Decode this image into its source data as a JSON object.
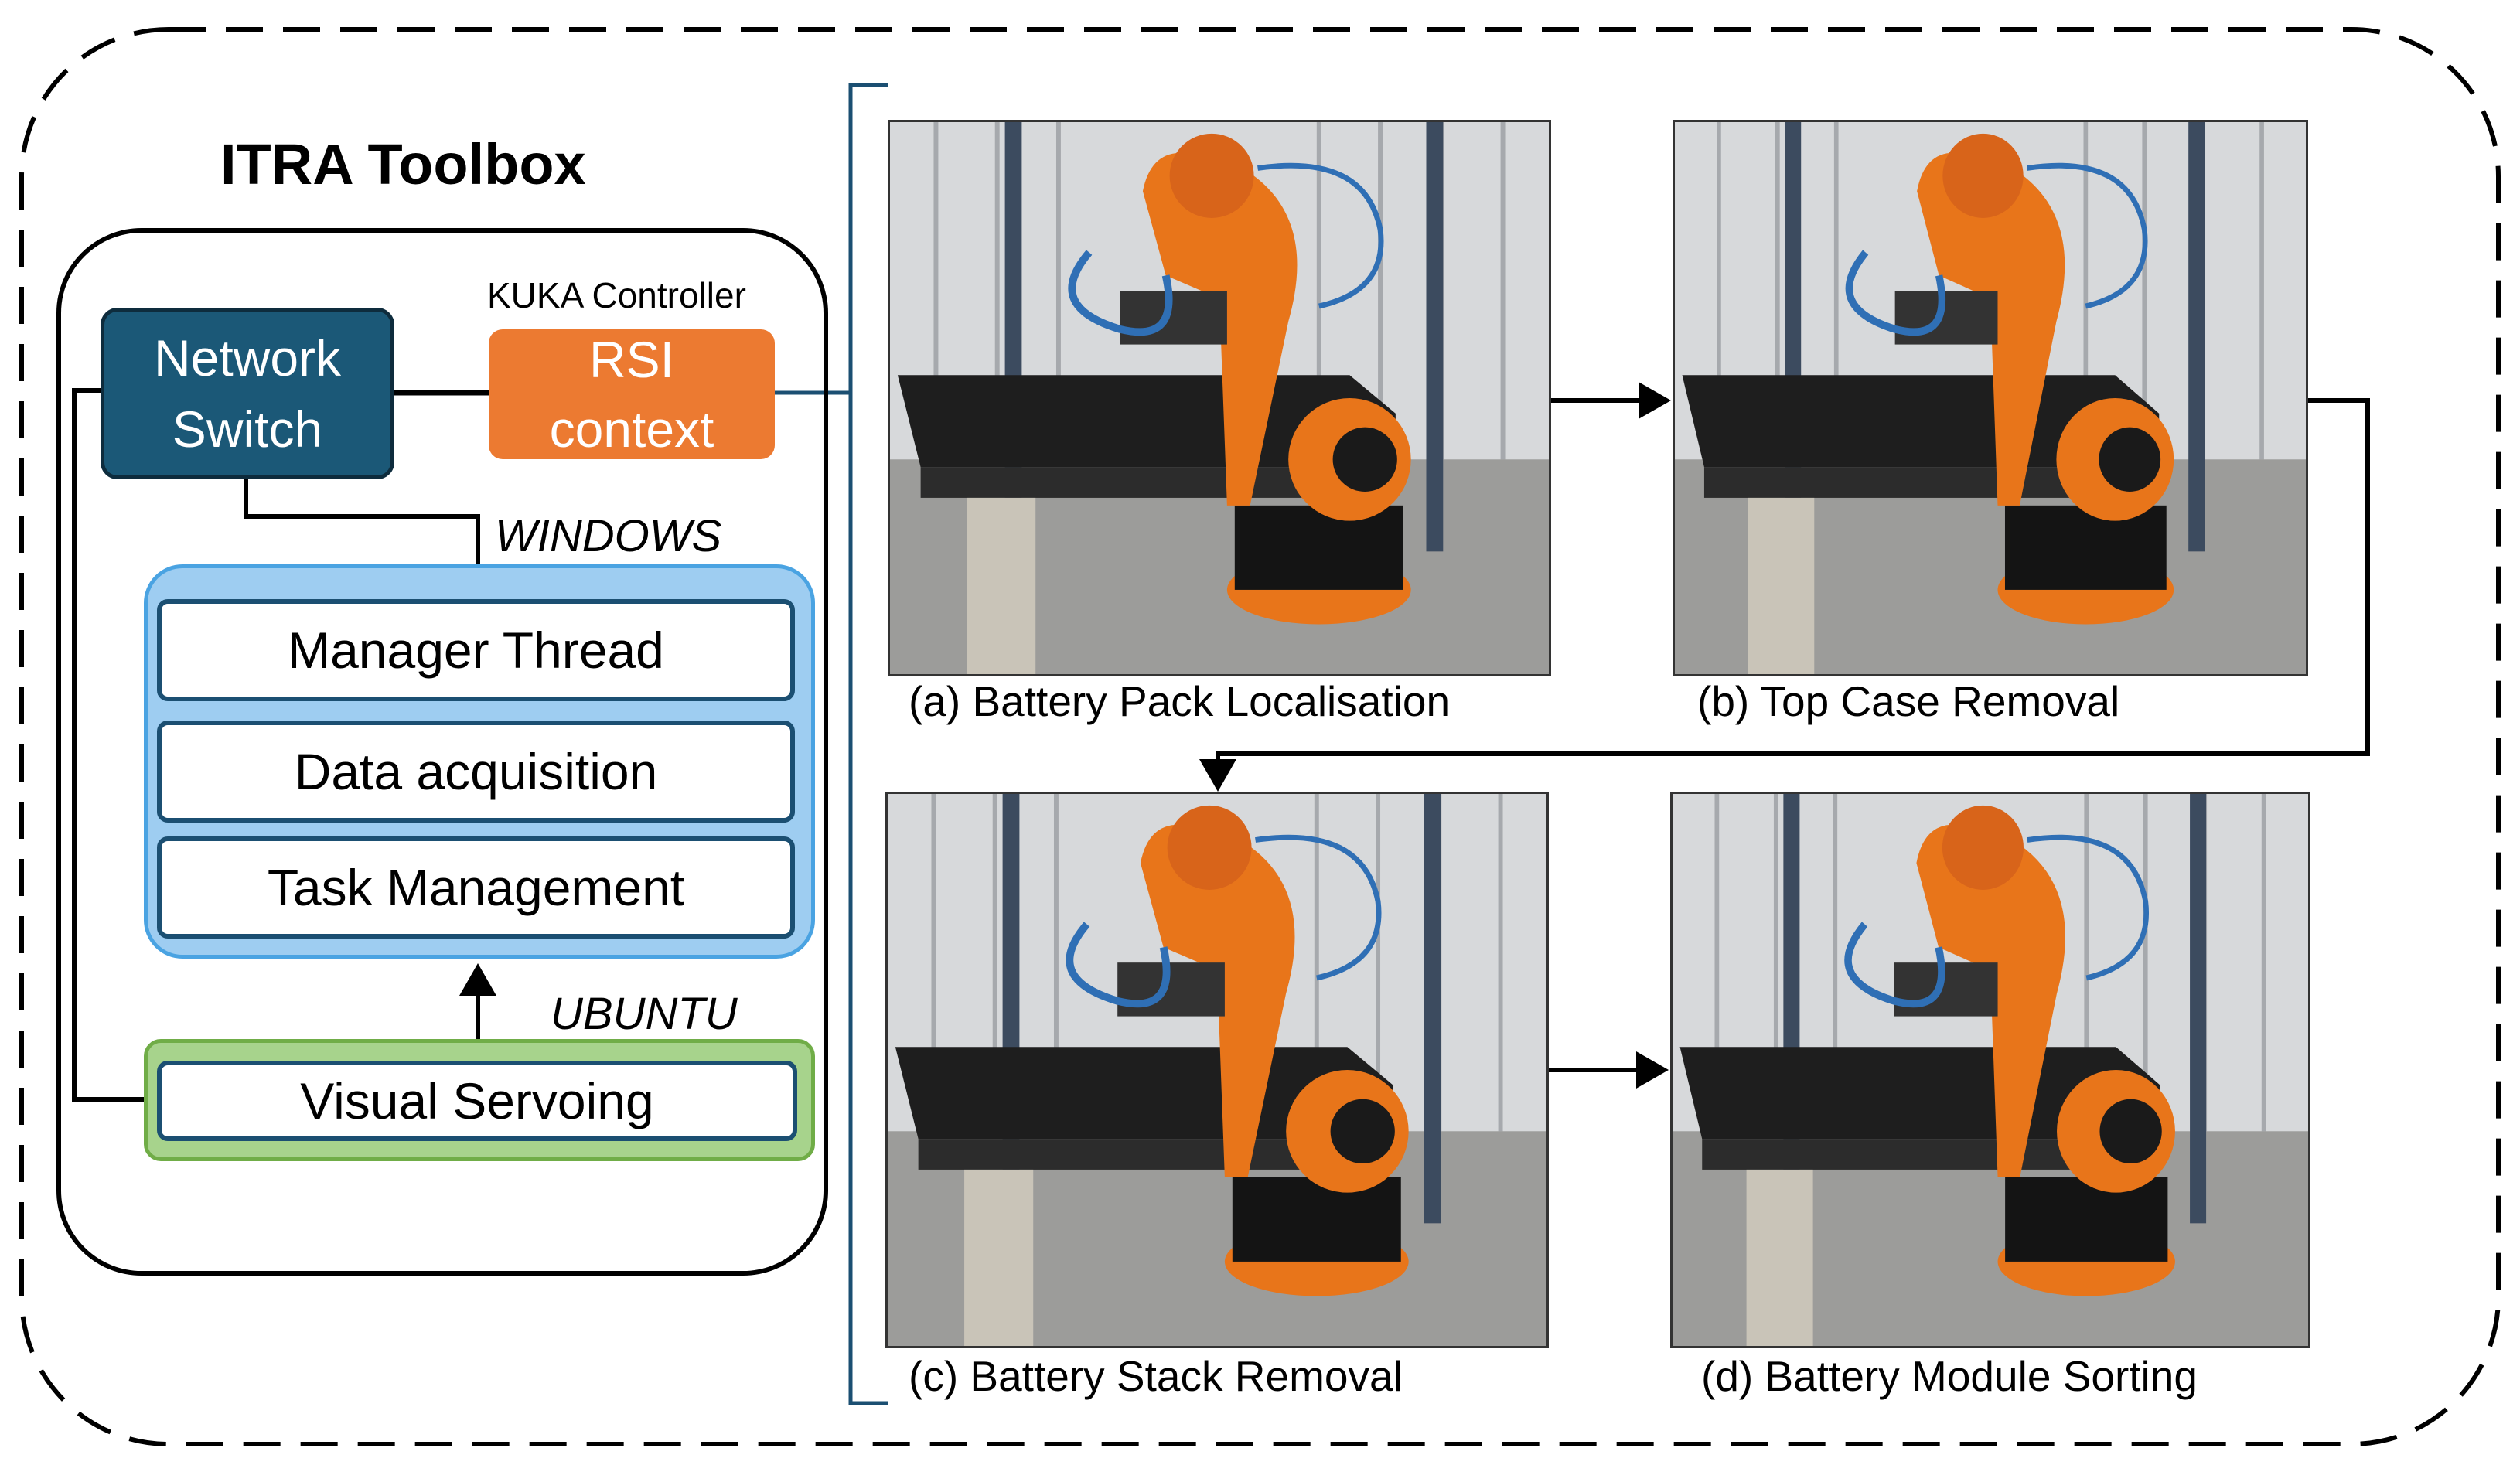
{
  "title": "ITRA Toolbox",
  "network_switch": [
    "Network",
    "Switch"
  ],
  "controller": {
    "label": "KUKA Controller",
    "rsi": [
      "RSI",
      "context"
    ]
  },
  "os": {
    "windows": "WINDOWS",
    "ubuntu": "UBUNTU"
  },
  "windows_modules": [
    "Manager Thread",
    "Data acquisition",
    "Task Management"
  ],
  "ubuntu_modules": [
    "Visual Servoing"
  ],
  "stages": [
    {
      "caption": "(a) Battery Pack Localisation"
    },
    {
      "caption": "(b) Top Case Removal"
    },
    {
      "caption": "(c) Battery Stack Removal"
    },
    {
      "caption": "(d) Battery Module Sorting"
    }
  ],
  "colors": {
    "network_switch": "#1b5877",
    "rsi_context": "#ec7a31",
    "windows_group": "#9ecdf1",
    "ubuntu_group": "#a7d38c",
    "robot": "#e8751a"
  }
}
